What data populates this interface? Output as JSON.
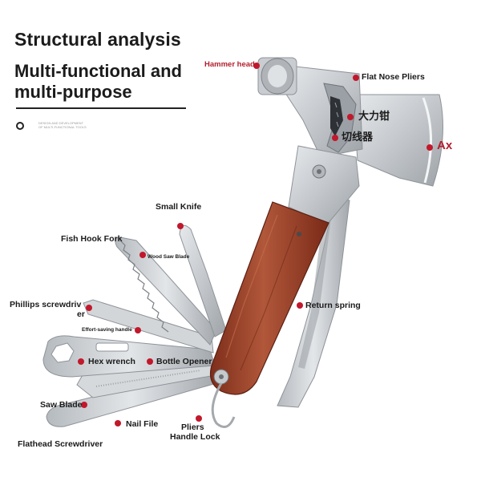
{
  "heading": {
    "title": "Structural analysis",
    "subtitle_line1": "Multi-functional and",
    "subtitle_line2": "multi-purpose",
    "fine_print": "DESIGN AND DEVELOPMENT OF MULTI-FUNCTIONAL TOOLS"
  },
  "labels": {
    "hammer_head": "Hammer head",
    "flat_nose_pliers": "Flat Nose Pliers",
    "big_pliers": "大力钳",
    "wire_cutter": "切线器",
    "ax": "Ax",
    "small_knife": "Small Knife",
    "fish_hook_fork": "Fish Hook Fork",
    "wood_saw_blade": "Wood Saw Blade",
    "phillips_line1": "Phillips screwdriv",
    "phillips_line2": "er",
    "effort_saving_handle": "Effort-saving handle",
    "return_spring": "Return spring",
    "hex_wrench": "Hex wrench",
    "bottle_opener": "Bottle Opener",
    "saw_blade": "Saw Blade",
    "nail_file": "Nail File",
    "pliers_handle_lock_line1": "Pliers",
    "pliers_handle_lock_line2": "Handle Lock",
    "flathead_screwdriver": "Flathead Screwdriver"
  },
  "colors": {
    "accent_dot": "#c2182b",
    "accent_text": "#b3202e",
    "steel": "#c9cdd1",
    "wood": "#a8482e"
  }
}
